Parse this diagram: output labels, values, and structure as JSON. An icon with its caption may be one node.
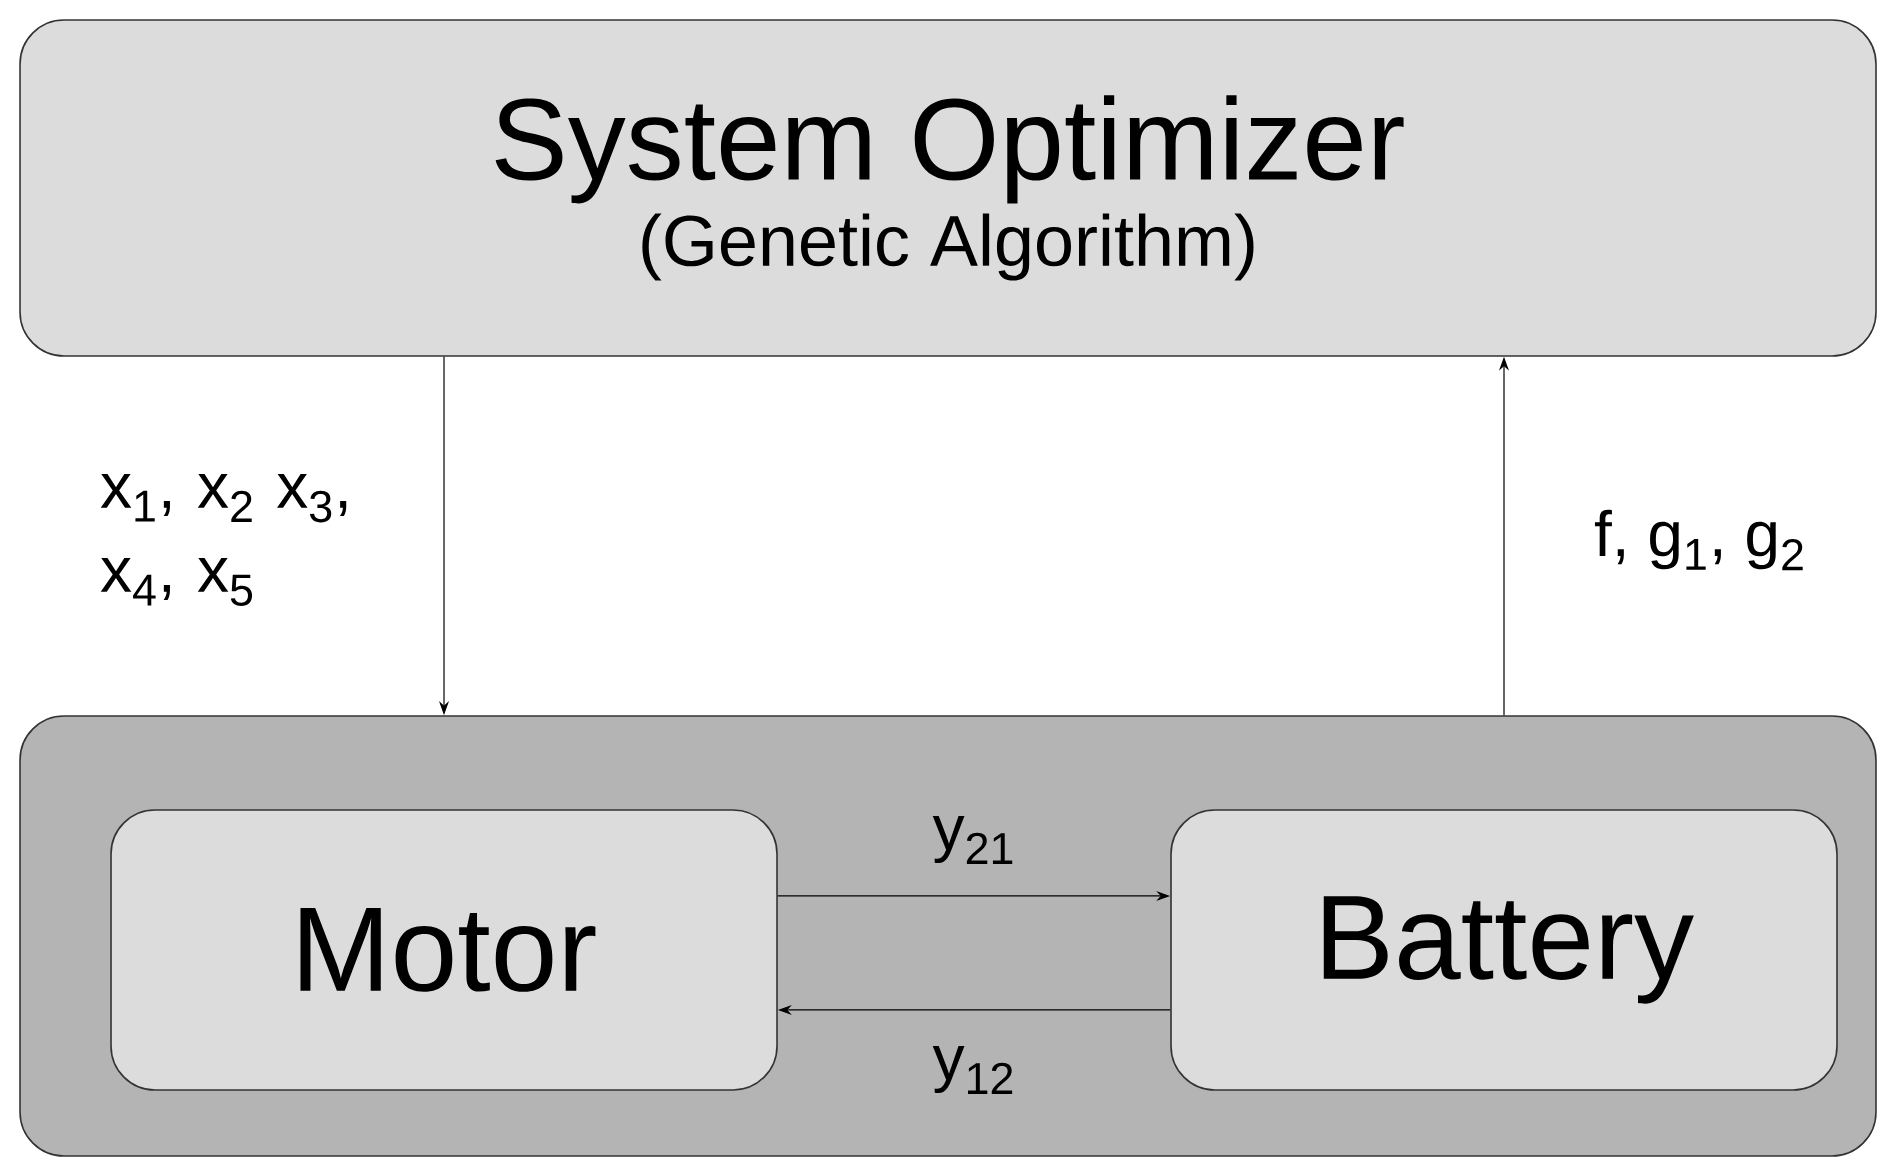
{
  "diagram": {
    "nodes": [
      {
        "text": [
          "System Optimizer",
          "(Genetic Algorithm)"
        ]
      },
      {
        "text": [],
        "shape": "box"
      },
      {
        "text": [
          "Motor"
        ],
        "in": 1
      },
      {
        "text": [
          "Battery"
        ],
        "in": 1
      }
    ],
    "edges": [
      {
        "from": 0,
        "to": 1,
        "arrow": "to",
        "label": "x$_{1}$, x$_{2}$ x$_{3}$, x$_{4}$, x$_{5}$"
      },
      {
        "from": 1,
        "to": 0,
        "arrow": "to",
        "label": "f, g$_{1}$, g$_{2}$"
      },
      {
        "from": 2,
        "to": 3,
        "arrow": "to",
        "label": "y$_{21}$"
      },
      {
        "from": 3,
        "to": 2,
        "arrow": "to",
        "label": "y$_{12}$"
      }
    ]
  }
}
